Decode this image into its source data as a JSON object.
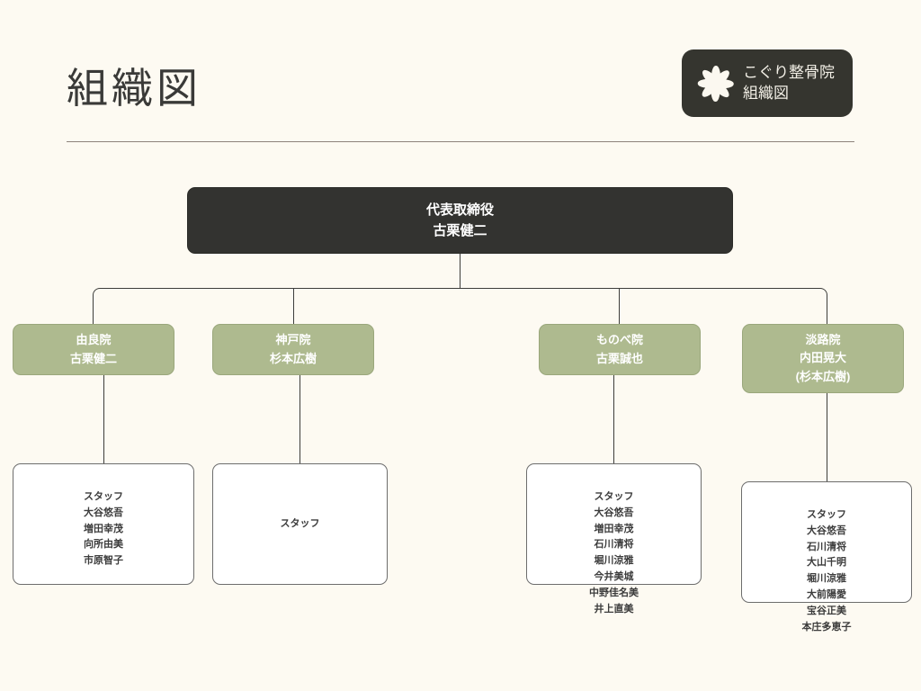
{
  "page": {
    "title": "組織図",
    "background_color": "#fdfaf2",
    "accent_green": "#aeba8f",
    "accent_dark": "#333330"
  },
  "logo": {
    "icon": "flower-asterisk-icon",
    "line1": "こぐり整骨院",
    "line2": "組織図"
  },
  "chart_data": {
    "type": "diagram",
    "root": {
      "title": "代表取締役",
      "name": "古栗健二"
    },
    "branches": [
      {
        "title": "由良院",
        "name": "古栗健二",
        "sub": "",
        "staff_heading": "スタッフ",
        "staff": [
          "大谷悠吾",
          "増田幸茂",
          "向所由美",
          "市原智子"
        ]
      },
      {
        "title": "神戸院",
        "name": "杉本広樹",
        "sub": "",
        "staff_heading": "スタッフ",
        "staff": []
      },
      {
        "title": "ものべ院",
        "name": "古栗誠也",
        "sub": "",
        "staff_heading": "スタッフ",
        "staff": [
          "大谷悠吾",
          "増田幸茂",
          "石川清将",
          "堀川涼雅",
          "今井美城",
          "中野佳名美",
          "井上直美"
        ]
      },
      {
        "title": "淡路院",
        "name": "内田晃大",
        "sub": "(杉本広樹)",
        "staff_heading": "スタッフ",
        "staff": [
          "大谷悠吾",
          "石川清将",
          "大山千明",
          "堀川涼雅",
          "大前陽愛",
          "宝谷正美",
          "本庄多恵子"
        ]
      }
    ]
  }
}
